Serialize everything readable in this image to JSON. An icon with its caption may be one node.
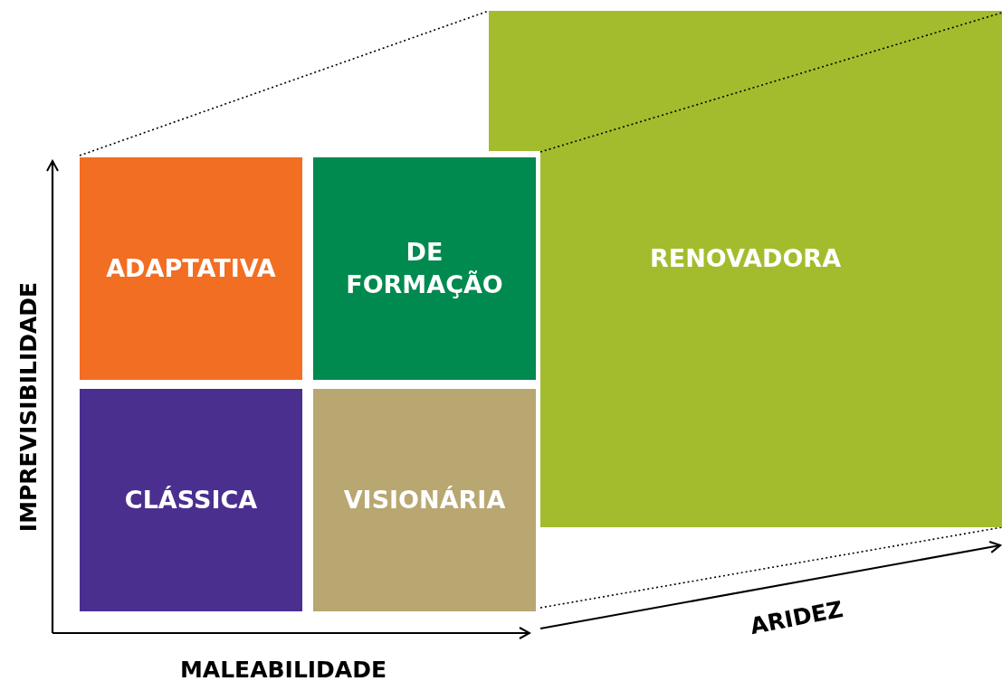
{
  "diagram": {
    "nodes": [
      {
        "text": [
          "ADAPTATIVA"
        ]
      },
      {
        "text": [
          "DE FORMAÇÃO"
        ]
      },
      {
        "text": [
          "CLÁSSICA"
        ]
      },
      {
        "text": [
          "VISIONÁRIA"
        ]
      },
      {
        "text": [
          "RENOVADORA"
        ]
      }
    ],
    "labels": [
      "IMPREVISIBILIDADE",
      "MALEABILIDADE",
      "ARIDEZ"
    ]
  }
}
